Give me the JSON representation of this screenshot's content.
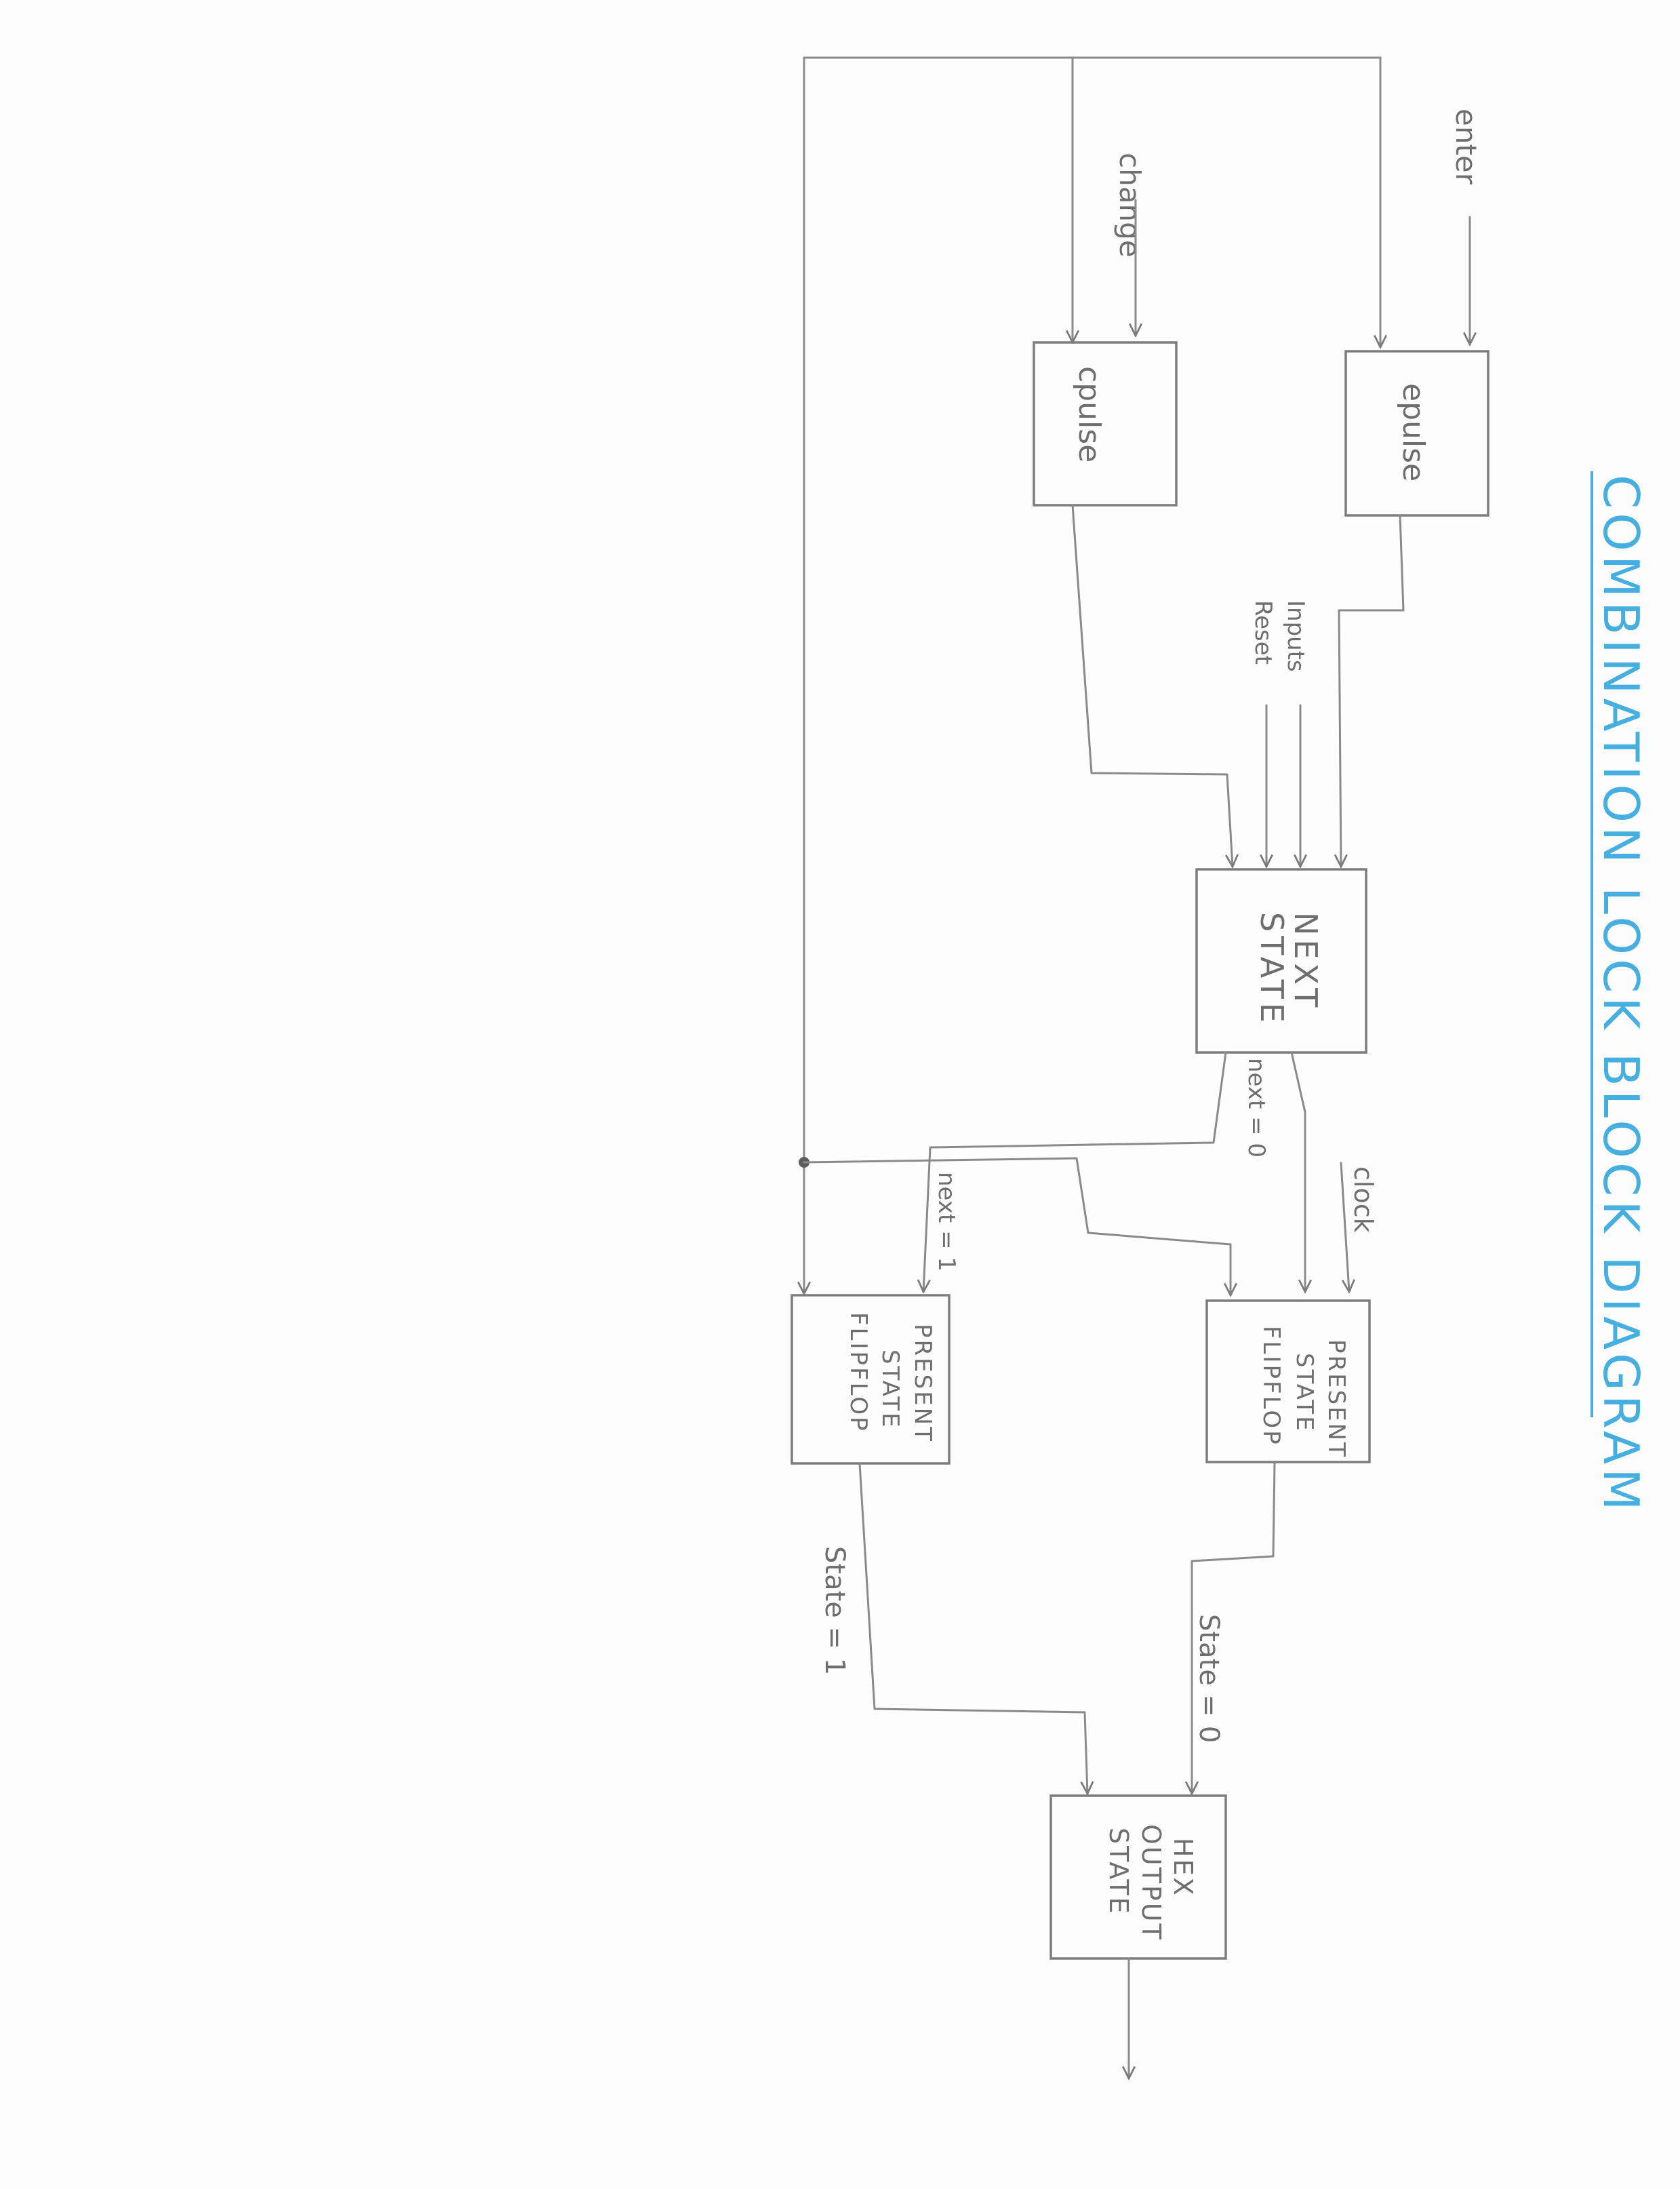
{
  "title": "COMBINATION LOCK BLOCK DIAGRAM",
  "inputs": {
    "enter": "enter",
    "change": "change",
    "inputs": "Inputs",
    "reset": "Reset",
    "clock": "clock"
  },
  "blocks": {
    "epulse": "epulse",
    "cpulse": "cpulse",
    "next_state": [
      "NEXT",
      "STATE"
    ],
    "ff0": [
      "PRESENT",
      "STATE",
      "FLIPFLOP"
    ],
    "ff1": [
      "PRESENT",
      "STATE",
      "FLIPFLOP"
    ],
    "hex": [
      "HEX",
      "OUTPUT",
      "STATE"
    ]
  },
  "signals": {
    "next0": "next = 0",
    "next1": "next = 1",
    "state0": "State = 0",
    "state1": "State = 1"
  }
}
